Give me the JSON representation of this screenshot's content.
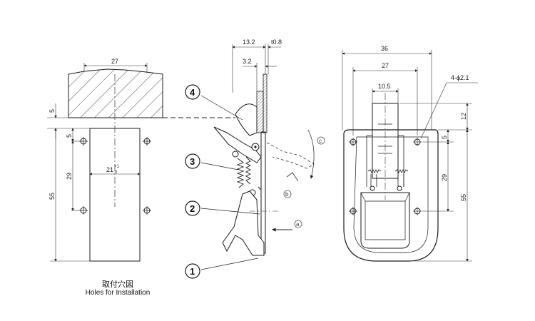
{
  "installation_view": {
    "dims": {
      "width_top": "27",
      "offset_top": "5",
      "offset_hole": "5",
      "hole_spacing_vertical": "29",
      "overall_height": "55",
      "slot_width_main": "21",
      "slot_tolerance_upper": "+1",
      "slot_tolerance_lower": "0"
    },
    "caption_jp": "取付穴図",
    "caption_en": "Holes for Installation"
  },
  "side_view": {
    "dims": {
      "depth": "13.2",
      "thickness": "t0.8",
      "offset": "3.2"
    },
    "part_numbers": [
      "1",
      "2",
      "3",
      "4"
    ],
    "motion_labels": [
      "a",
      "b",
      "c"
    ]
  },
  "front_view": {
    "dims": {
      "overall_width": "36",
      "hole_spacing_horizontal": "27",
      "latch_width": "10.5",
      "hole_callout": "4-ϕ2.1",
      "top_offset": "12",
      "hole_offset": "5",
      "hole_spacing_vertical": "29",
      "overall_height": "55"
    }
  },
  "colors": {
    "line": "#1a1a1a",
    "dimension": "#333333",
    "background": "#ffffff"
  }
}
